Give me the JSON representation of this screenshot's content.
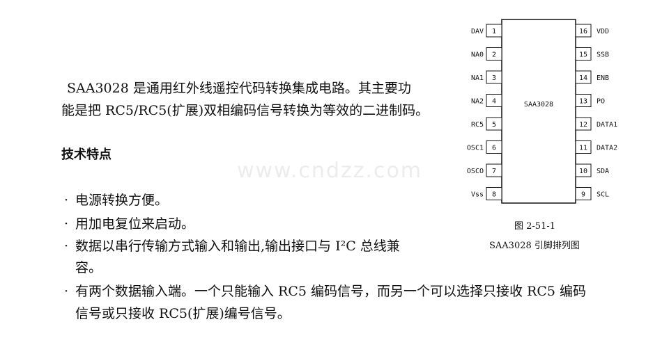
{
  "paragraph": {
    "line1": "SAA3028 是通用红外线遥控代码转换集成电路。其主要功",
    "line2": "能是把 RC5/RC5(扩展)双相编码信号转换为等效的二进制码。"
  },
  "heading": "技术特点",
  "bullets": [
    {
      "lines": [
        "电源转换方便。"
      ]
    },
    {
      "lines": [
        "用加电复位来启动。"
      ]
    },
    {
      "lines": [
        "数据以串行传输方式输入和输出,输出接口与 I²C 总线兼",
        "容。"
      ]
    },
    {
      "lines": [
        "有两个数据输入端。一个只能输入 RC5 编码信号，而另一个可以选择只接收 RC5 编码",
        "信号或只接收 RC5(扩展)编号信号。"
      ]
    }
  ],
  "watermark": "www.cndzz.com",
  "chip": {
    "name": "SAA3028",
    "left_pins": [
      {
        "num": "1",
        "label": "DAV"
      },
      {
        "num": "2",
        "label": "NA0"
      },
      {
        "num": "3",
        "label": "NA1"
      },
      {
        "num": "4",
        "label": "NA2"
      },
      {
        "num": "5",
        "label": "RC5"
      },
      {
        "num": "6",
        "label": "OSC1"
      },
      {
        "num": "7",
        "label": "OSCO"
      },
      {
        "num": "8",
        "label": "Vss"
      }
    ],
    "right_pins": [
      {
        "num": "16",
        "label": "VDD"
      },
      {
        "num": "15",
        "label": "SSB"
      },
      {
        "num": "14",
        "label": "ENB"
      },
      {
        "num": "13",
        "label": "PO"
      },
      {
        "num": "12",
        "label": "DATA1"
      },
      {
        "num": "11",
        "label": "DATA2"
      },
      {
        "num": "10",
        "label": "SDA"
      },
      {
        "num": "9",
        "label": "SCL"
      }
    ]
  },
  "caption": {
    "figure_no": "图 2-51-1",
    "title": "SAA3028 引脚排列图"
  }
}
